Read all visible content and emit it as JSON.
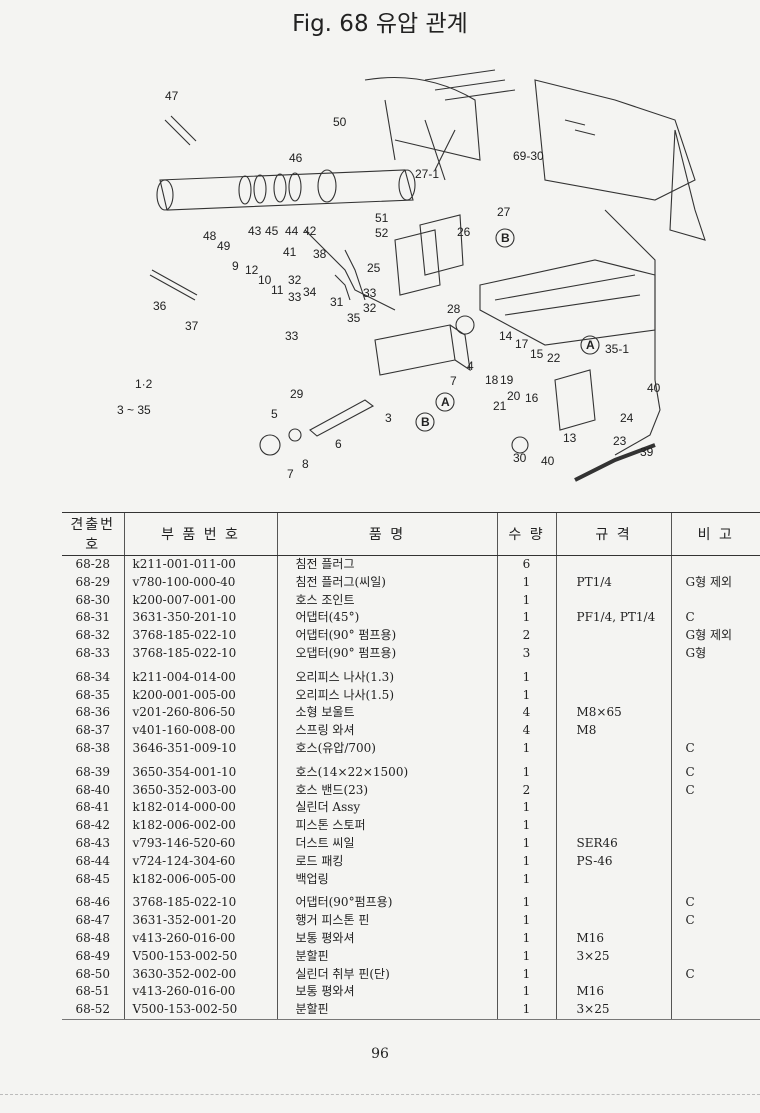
{
  "title": "Fig. 68 유압 관계",
  "page_number": "96",
  "table": {
    "headers": [
      "견출번호",
      "부 품 번 호",
      "품 명",
      "수 량",
      "규 격",
      "비 고"
    ],
    "rows": [
      {
        "no": "68-28",
        "part": "k211-001-011-00",
        "name": "침전 플러그",
        "qty": "6",
        "spec": "",
        "remark": ""
      },
      {
        "no": "68-29",
        "part": "v780-100-000-40",
        "name": "침전 플러그(씨일)",
        "qty": "1",
        "spec": "PT1/4",
        "remark": "G형 제외"
      },
      {
        "no": "68-30",
        "part": "k200-007-001-00",
        "name": "호스 조인트",
        "qty": "1",
        "spec": "",
        "remark": ""
      },
      {
        "no": "68-31",
        "part": "3631-350-201-10",
        "name": "어댑터(45°)",
        "qty": "1",
        "spec": "PF1/4, PT1/4",
        "remark": "C"
      },
      {
        "no": "68-32",
        "part": "3768-185-022-10",
        "name": "어댑터(90° 펌프용)",
        "qty": "2",
        "spec": "",
        "remark": "G형 제외"
      },
      {
        "no": "68-33",
        "part": "3768-185-022-10",
        "name": "오댑터(90° 펌프용)",
        "qty": "3",
        "spec": "",
        "remark": "G형"
      },
      {
        "no": "68-34",
        "part": "k211-004-014-00",
        "name": "오리피스 나사(1.3)",
        "qty": "1",
        "spec": "",
        "remark": ""
      },
      {
        "no": "68-35",
        "part": "k200-001-005-00",
        "name": "오리피스 나사(1.5)",
        "qty": "1",
        "spec": "",
        "remark": ""
      },
      {
        "no": "68-36",
        "part": "v201-260-806-50",
        "name": "소형 보울트",
        "qty": "4",
        "spec": "M8×65",
        "remark": ""
      },
      {
        "no": "68-37",
        "part": "v401-160-008-00",
        "name": "스프링 와셔",
        "qty": "4",
        "spec": "M8",
        "remark": ""
      },
      {
        "no": "68-38",
        "part": "3646-351-009-10",
        "name": "호스(유압/700)",
        "qty": "1",
        "spec": "",
        "remark": "C"
      },
      {
        "no": "68-39",
        "part": "3650-354-001-10",
        "name": "호스(14×22×1500)",
        "qty": "1",
        "spec": "",
        "remark": "C"
      },
      {
        "no": "68-40",
        "part": "3650-352-003-00",
        "name": "호스 밴드(23)",
        "qty": "2",
        "spec": "",
        "remark": "C"
      },
      {
        "no": "68-41",
        "part": "k182-014-000-00",
        "name": "실린더 Assy",
        "qty": "1",
        "spec": "",
        "remark": ""
      },
      {
        "no": "68-42",
        "part": "k182-006-002-00",
        "name": "피스톤 스토퍼",
        "qty": "1",
        "spec": "",
        "remark": ""
      },
      {
        "no": "68-43",
        "part": "v793-146-520-60",
        "name": "더스트 씨일",
        "qty": "1",
        "spec": "SER46",
        "remark": ""
      },
      {
        "no": "68-44",
        "part": "v724-124-304-60",
        "name": "로드 패킹",
        "qty": "1",
        "spec": "PS-46",
        "remark": ""
      },
      {
        "no": "68-45",
        "part": "k182-006-005-00",
        "name": "백업링",
        "qty": "1",
        "spec": "",
        "remark": ""
      },
      {
        "no": "68-46",
        "part": "3768-185-022-10",
        "name": "어댑터(90°펌프용)",
        "qty": "1",
        "spec": "",
        "remark": "C"
      },
      {
        "no": "68-47",
        "part": "3631-352-001-20",
        "name": "행거 피스톤 핀",
        "qty": "1",
        "spec": "",
        "remark": "C"
      },
      {
        "no": "68-48",
        "part": "v413-260-016-00",
        "name": "보통 평와셔",
        "qty": "1",
        "spec": "M16",
        "remark": ""
      },
      {
        "no": "68-49",
        "part": "V500-153-002-50",
        "name": "분할핀",
        "qty": "1",
        "spec": "3×25",
        "remark": ""
      },
      {
        "no": "68-50",
        "part": "3630-352-002-00",
        "name": "실린더 취부 핀(단)",
        "qty": "1",
        "spec": "",
        "remark": "C"
      },
      {
        "no": "68-51",
        "part": "v413-260-016-00",
        "name": "보통 평와셔",
        "qty": "1",
        "spec": "M16",
        "remark": ""
      },
      {
        "no": "68-52",
        "part": "V500-153-002-50",
        "name": "분할핀",
        "qty": "1",
        "spec": "3×25",
        "remark": ""
      }
    ]
  },
  "diagram": {
    "labels": [
      "47",
      "50",
      "46",
      "27-1",
      "69-30",
      "51",
      "52",
      "27",
      "26",
      "48",
      "49",
      "43",
      "45",
      "44",
      "42",
      "41",
      "38",
      "25",
      "9",
      "12",
      "10",
      "11",
      "32",
      "34",
      "33",
      "36",
      "37",
      "31",
      "33",
      "32",
      "35",
      "28",
      "33",
      "14",
      "17",
      "15",
      "22",
      "35-1",
      "40",
      "1·2",
      "3 ~ 35",
      "29",
      "18",
      "19",
      "16",
      "21",
      "20",
      "24",
      "4",
      "7",
      "5",
      "3",
      "6",
      "13",
      "23",
      "39",
      "7",
      "8",
      "30",
      "40"
    ]
  }
}
